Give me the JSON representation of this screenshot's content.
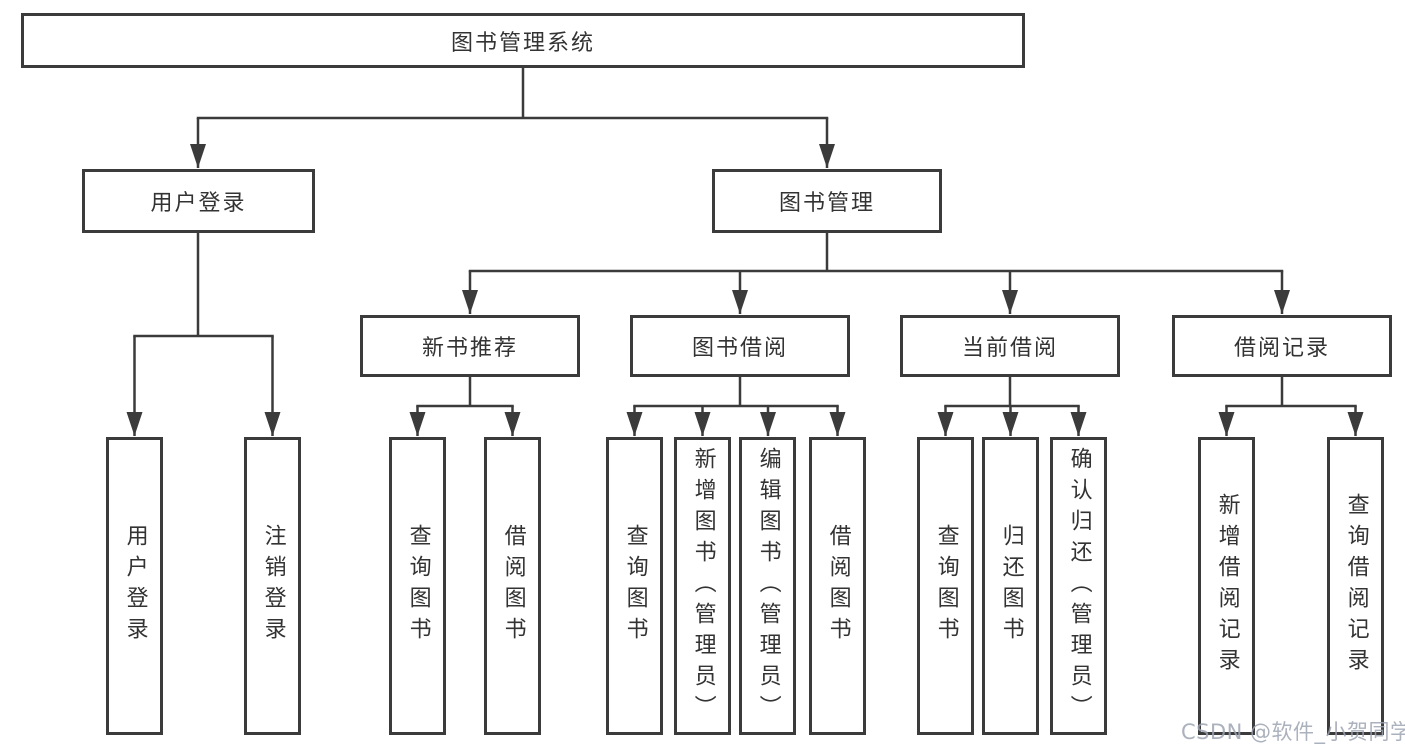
{
  "diagram": {
    "type": "hierarchy-chart",
    "watermark": {
      "text": "CSDN @软件_小贺同学"
    },
    "colors": {
      "line": "#3b3b3b",
      "box_border": "#3b3b3b",
      "text": "#333333",
      "background": "#ffffff",
      "watermark": "#9ca3b1"
    },
    "tree": {
      "label": "图书管理系统",
      "children": [
        {
          "label": "用户登录",
          "children": [
            {
              "label": "用户登录"
            },
            {
              "label": "注销登录"
            }
          ]
        },
        {
          "label": "图书管理",
          "children": [
            {
              "label": "新书推荐",
              "children": [
                {
                  "label": "查询图书"
                },
                {
                  "label": "借阅图书"
                }
              ]
            },
            {
              "label": "图书借阅",
              "children": [
                {
                  "label": "查询图书"
                },
                {
                  "label": "新增图书（管理员）"
                },
                {
                  "label": "编辑图书（管理员）"
                },
                {
                  "label": "借阅图书"
                }
              ]
            },
            {
              "label": "当前借阅",
              "children": [
                {
                  "label": "查询图书"
                },
                {
                  "label": "归还图书"
                },
                {
                  "label": "确认归还（管理员）"
                }
              ]
            },
            {
              "label": "借阅记录",
              "children": [
                {
                  "label": "新增借阅记录"
                },
                {
                  "label": "查询借阅记录"
                }
              ]
            }
          ]
        }
      ]
    }
  }
}
